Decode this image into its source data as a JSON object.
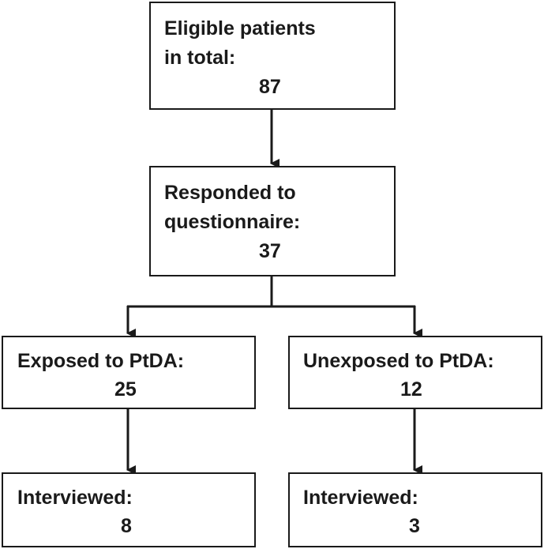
{
  "boxes": {
    "eligible": {
      "line1": "Eligible patients",
      "line2": "in total:",
      "count": "87"
    },
    "responded": {
      "line1": "Responded to",
      "line2": "questionnaire:",
      "count": "37"
    },
    "exposed": {
      "label": "Exposed to PtDA:",
      "count": "25"
    },
    "unexposed": {
      "label": "Unexposed to PtDA:",
      "count": "12"
    },
    "interviewed_exposed": {
      "label": "Interviewed:",
      "count": "8"
    },
    "interviewed_unexposed": {
      "label": "Interviewed:",
      "count": "3"
    }
  }
}
